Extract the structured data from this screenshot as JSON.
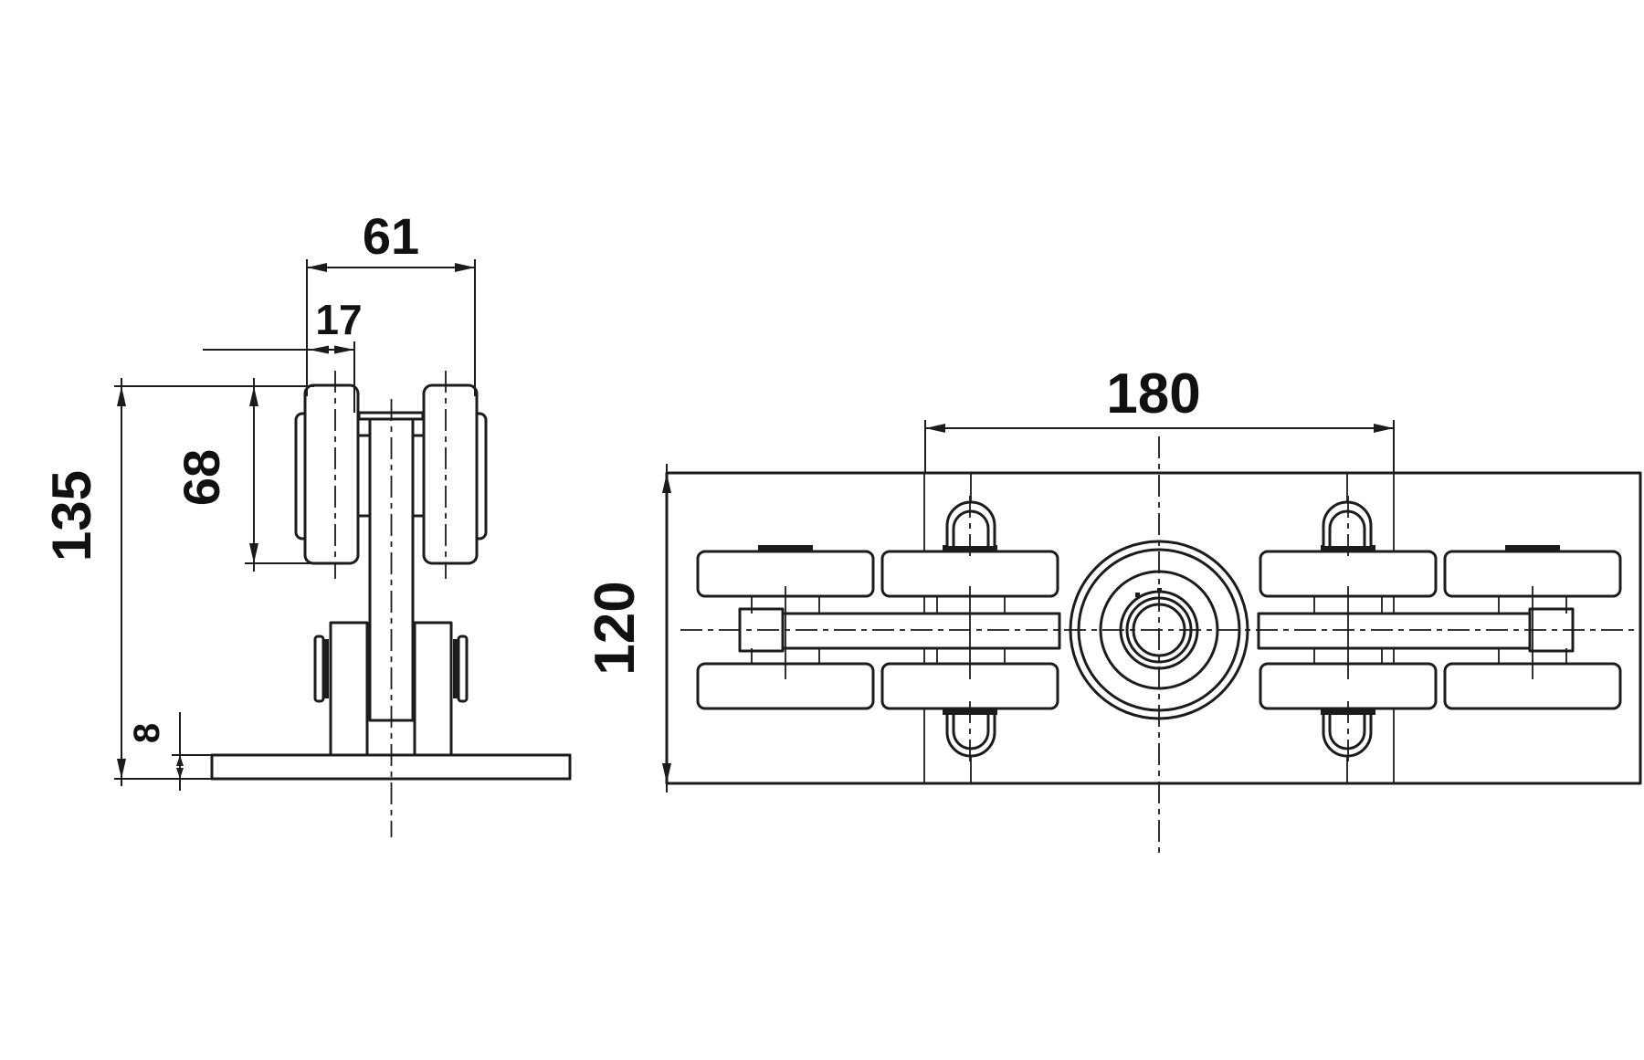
{
  "drawing": {
    "type": "technical-2d-drawing",
    "subject": "sliding-door-roller-carriage",
    "background_color": "#ffffff",
    "line_color": "#1c1c1c",
    "views": {
      "side_view": {
        "label": "side-view",
        "dimensions": {
          "overall_width": {
            "value": "61"
          },
          "wheel_width": {
            "value": "17"
          },
          "wheel_height": {
            "value": "68"
          },
          "overall_height": {
            "value": "135"
          },
          "plate_thickness": {
            "value": "8"
          }
        }
      },
      "front_view": {
        "label": "front-view",
        "dimensions": {
          "mount_width": {
            "value": "180"
          },
          "plate_height": {
            "value": "120"
          }
        }
      }
    }
  }
}
